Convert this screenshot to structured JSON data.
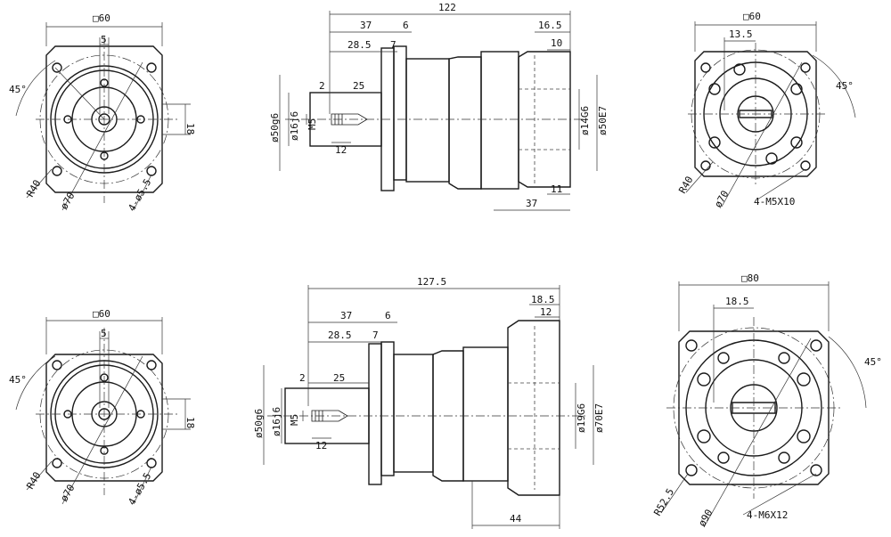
{
  "top_row": {
    "left_end_view": {
      "square": "□60",
      "offset": "5",
      "angle": "45°",
      "dim_18": "18",
      "radius": "R40",
      "circle": "ø70",
      "holes": "4-ø5.5"
    },
    "side_view": {
      "overall": "122",
      "d37": "37",
      "d6": "6",
      "d28_5": "28.5",
      "d7": "7",
      "d2": "2",
      "d25": "25",
      "d12": "12",
      "d16_5": "16.5",
      "d10": "10",
      "d11": "11",
      "d37_bottom": "37",
      "pilot": "ø50g6",
      "shaft": "ø16j6",
      "thread": "M5",
      "bore": "ø14G6",
      "flange": "ø50E7"
    },
    "right_end_view": {
      "square": "□60",
      "d13_5": "13.5",
      "angle": "45°",
      "radius": "R40",
      "circle": "ø70",
      "holes": "4-M5X10"
    }
  },
  "bottom_row": {
    "left_end_view": {
      "square": "□60",
      "offset": "5",
      "angle": "45°",
      "dim_18": "18",
      "radius": "R40",
      "circle": "ø70",
      "holes": "4-ø5.5"
    },
    "side_view": {
      "overall": "127.5",
      "d37": "37",
      "d6": "6",
      "d28_5": "28.5",
      "d7": "7",
      "d2": "2",
      "d25": "25",
      "d12": "12",
      "d18_5": "18.5",
      "d12_top": "12",
      "d44": "44",
      "pilot": "ø50g6",
      "shaft": "ø16j6",
      "thread": "M5",
      "bore": "ø19G6",
      "flange": "ø70E7"
    },
    "right_end_view": {
      "square": "□80",
      "d18_5": "18.5",
      "angle": "45°",
      "radius": "R52.5",
      "circle": "ø90",
      "holes": "4-M6X12"
    }
  }
}
